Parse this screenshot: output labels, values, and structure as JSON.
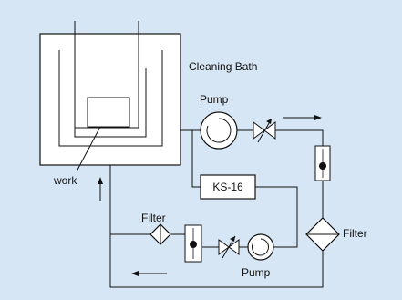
{
  "diagram": {
    "labels": {
      "cleaning_bath": "Cleaning Bath",
      "pump_top": "Pump",
      "ks16": "KS-16",
      "work": "work",
      "filter_left": "Filter",
      "filter_right": "Filter",
      "pump_bottom": "Pump"
    },
    "colors": {
      "background": "#d6e6f5",
      "bath": "#ffffff",
      "line": "#111111",
      "component_fill": "#ffffff"
    }
  }
}
